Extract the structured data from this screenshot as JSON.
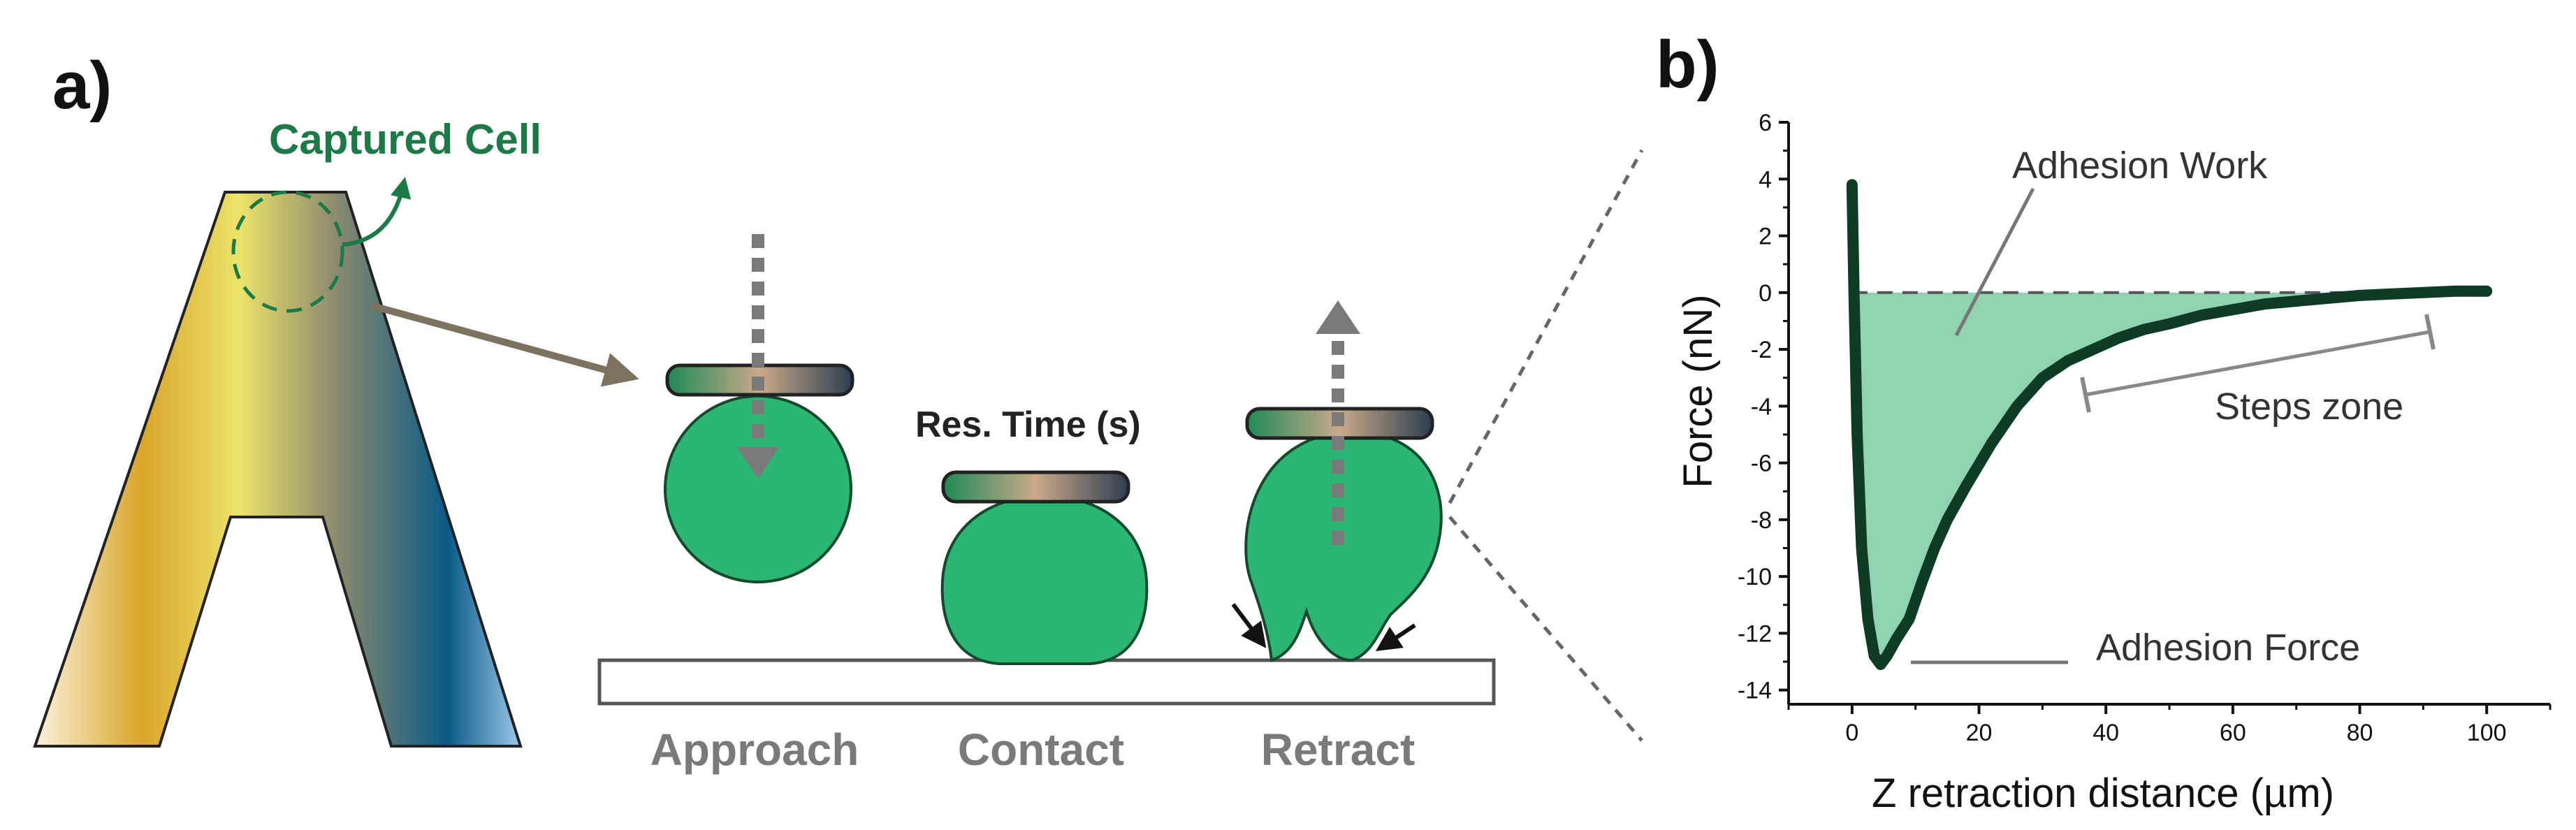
{
  "panel_a": {
    "label": "a)",
    "captured_cell_label": "Captured Cell",
    "residence_time_label": "Res. Time (s)",
    "stages": [
      "Approach",
      "Contact",
      "Retract"
    ]
  },
  "panel_b": {
    "label": "b)",
    "annotations": {
      "adhesion_work": "Adhesion Work",
      "steps_zone": "Steps zone",
      "adhesion_force": "Adhesion Force"
    }
  },
  "colors": {
    "cell_green": "#2bb673",
    "curve_dark_green": "#0d3b24",
    "area_fill": "#8fd3b0",
    "stage_grey": "#7a7a7a",
    "label_green": "#1b7a46"
  },
  "chart_data": {
    "type": "line",
    "xlabel": "Z retraction distance (µm)",
    "ylabel": "Force (nN)",
    "xlim": [
      -10,
      110
    ],
    "ylim": [
      -14.5,
      6
    ],
    "x_ticks": [
      0,
      20,
      40,
      60,
      80,
      100
    ],
    "y_ticks": [
      6,
      4,
      2,
      0,
      -2,
      -4,
      -6,
      -8,
      -10,
      -12,
      -14
    ],
    "grid": false,
    "baseline": 0,
    "series": [
      {
        "x": [
          0,
          0.3,
          0.8,
          1.5,
          2.5,
          3.5,
          4.5,
          5.5,
          7,
          9,
          11,
          13,
          15,
          18,
          22,
          26,
          30,
          34,
          38,
          42,
          46,
          50,
          55,
          60,
          65,
          70,
          75,
          80,
          85,
          90,
          95,
          100
        ],
        "y": [
          3.8,
          0,
          -5,
          -9,
          -11.5,
          -12.8,
          -13.1,
          -12.8,
          -12.2,
          -11.5,
          -10.2,
          -9,
          -8,
          -6.8,
          -5.3,
          -4,
          -3,
          -2.4,
          -2,
          -1.6,
          -1.3,
          -1.1,
          -0.8,
          -0.6,
          -0.4,
          -0.3,
          -0.2,
          -0.1,
          -0.05,
          0,
          0.05,
          0.05
        ]
      }
    ]
  }
}
